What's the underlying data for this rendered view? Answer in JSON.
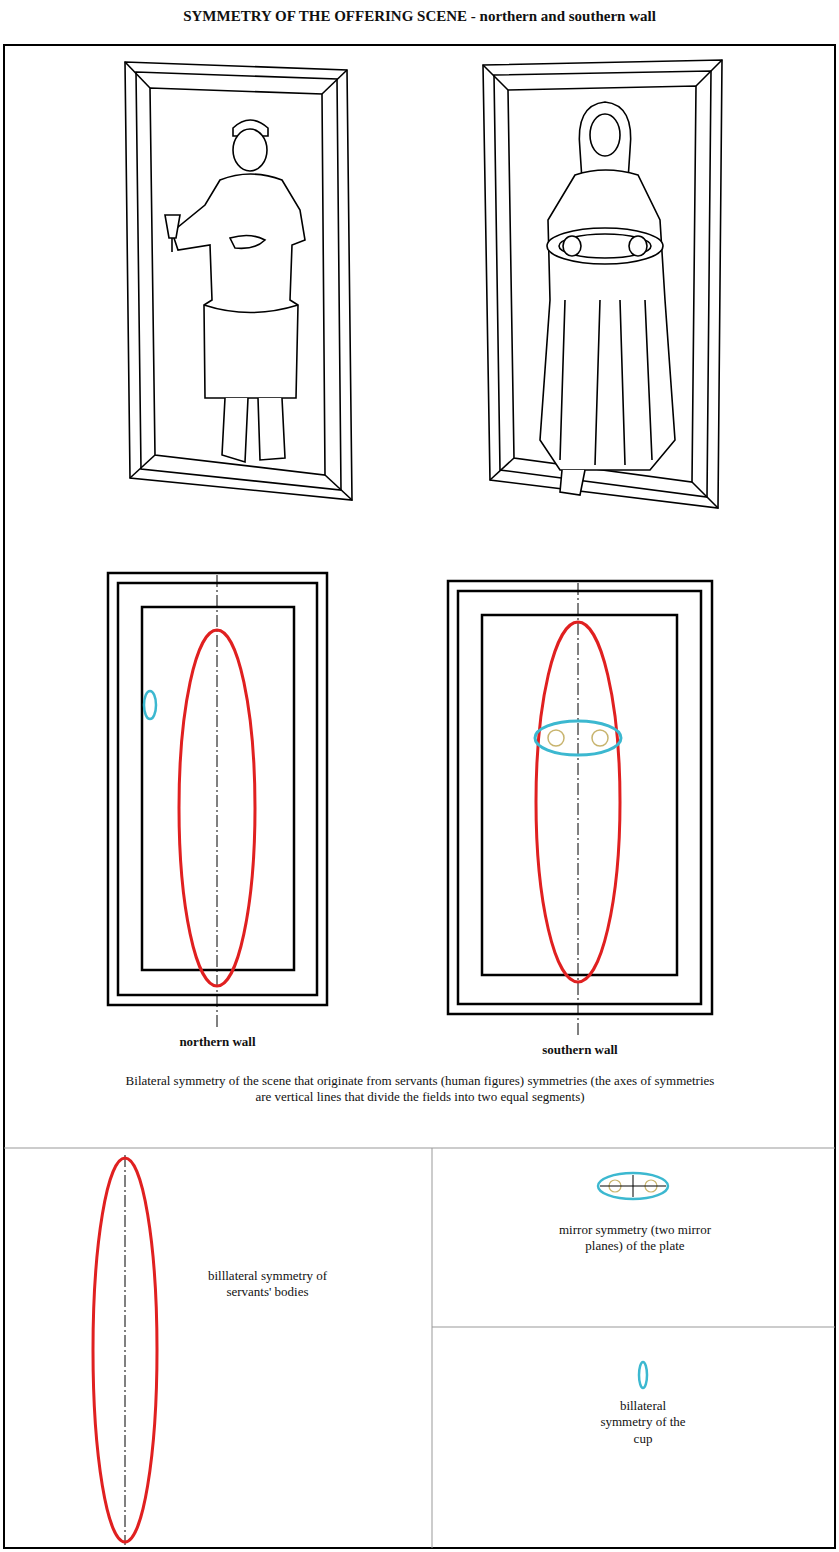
{
  "diagram": {
    "title": "SYMMETRY OF THE OFFERING SCENE  - northern and southern wall",
    "caption": "Bilateral symmetry of the scene that originate from servants (human figures) symmetries (the axes of symmetries are vertical lines that divide the fields into two equal segments)",
    "nodes": [
      {
        "text": [
          "northern wall"
        ]
      },
      {
        "text": [
          "southern wall"
        ]
      }
    ],
    "legend": [
      {
        "text": "billlateral symmetry of servants' bodies"
      },
      {
        "text": "mirror symmetry (two mirror planes) of the plate"
      },
      {
        "text": "billateral symmetry of the cup"
      }
    ]
  }
}
